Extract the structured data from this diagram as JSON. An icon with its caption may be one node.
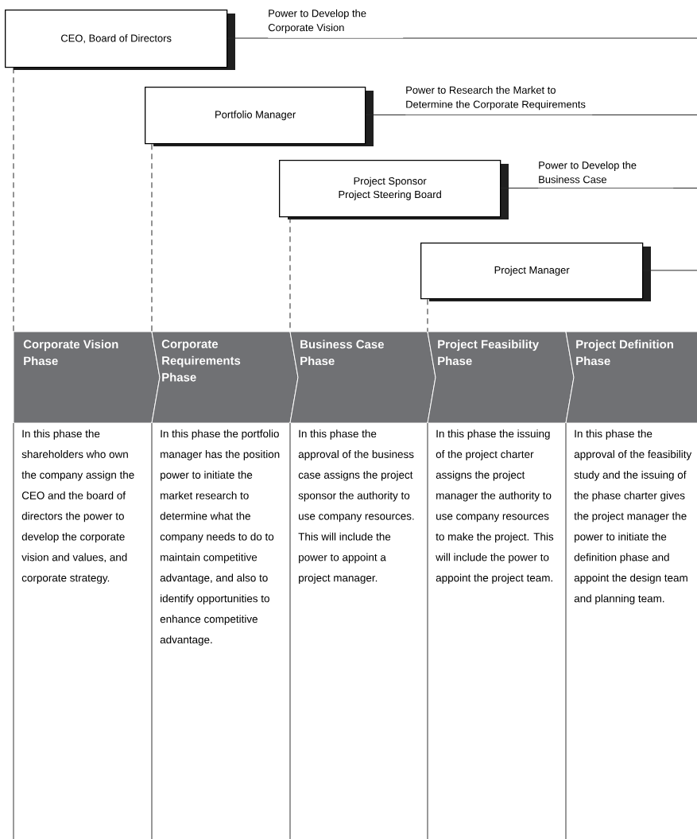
{
  "diagram": {
    "nodes": [
      {
        "text": [
          "CEO, Board of Directors"
        ]
      },
      {
        "text": [
          "Portfolio Manager"
        ]
      },
      {
        "text": [
          "Project Sponsor",
          "Project Steering Board"
        ]
      },
      {
        "text": [
          "Project Manager"
        ]
      },
      {
        "text": [
          "Corporate Vision Phase"
        ]
      },
      {
        "text": [
          "Corporate Requirements Phase"
        ]
      },
      {
        "text": [
          "Business Case Phase"
        ]
      },
      {
        "text": [
          "Project Feasibility Phase"
        ]
      },
      {
        "text": [
          "Project Definition Phase"
        ]
      },
      {
        "text": [
          "In this phase the shareholders who own the company assign the CEO and the board of directors the power to develop the corporate vision and values, and corporate strategy."
        ]
      },
      {
        "text": [
          "In this phase the portfolio manager has the position power to initiate the market research to determine what the company needs to do to maintain competitive advantage, and also to identify opportunities to enhance competitive advantage."
        ]
      },
      {
        "text": [
          "In this phase the approval of the business case assigns the project sponsor the authority to use company resources. This will include the power to appoint a project manager."
        ]
      },
      {
        "text": [
          "In this phase the issuing of the project charter assigns the project manager the authority to use company resources to make the project. This will include the power to appoint the project team."
        ]
      },
      {
        "text": [
          "In this phase the approval of the feasibility study and the issuing of the phase charter gives the project manager the power to initiate the definition phase and appoint the design team and planning team."
        ]
      }
    ],
    "edges": [
      {
        "from": 0,
        "to": null,
        "arrow": "none",
        "label": "Power to Develop the Corporate Vision"
      },
      {
        "from": 1,
        "to": null,
        "arrow": "none",
        "label": "Power to Research the Market to Determine the Corporate Requirements"
      },
      {
        "from": 2,
        "to": null,
        "arrow": "none",
        "label": "Power to Develop the Business Case"
      },
      {
        "from": 3,
        "to": null,
        "arrow": "none"
      },
      {
        "from": 0,
        "to": 4,
        "arrow": "none",
        "style": "dashed"
      },
      {
        "from": 1,
        "to": 5,
        "arrow": "none",
        "style": "dashed"
      },
      {
        "from": 2,
        "to": 6,
        "arrow": "none",
        "style": "dashed"
      },
      {
        "from": 3,
        "to": 7,
        "arrow": "none",
        "style": "dashed"
      }
    ]
  }
}
